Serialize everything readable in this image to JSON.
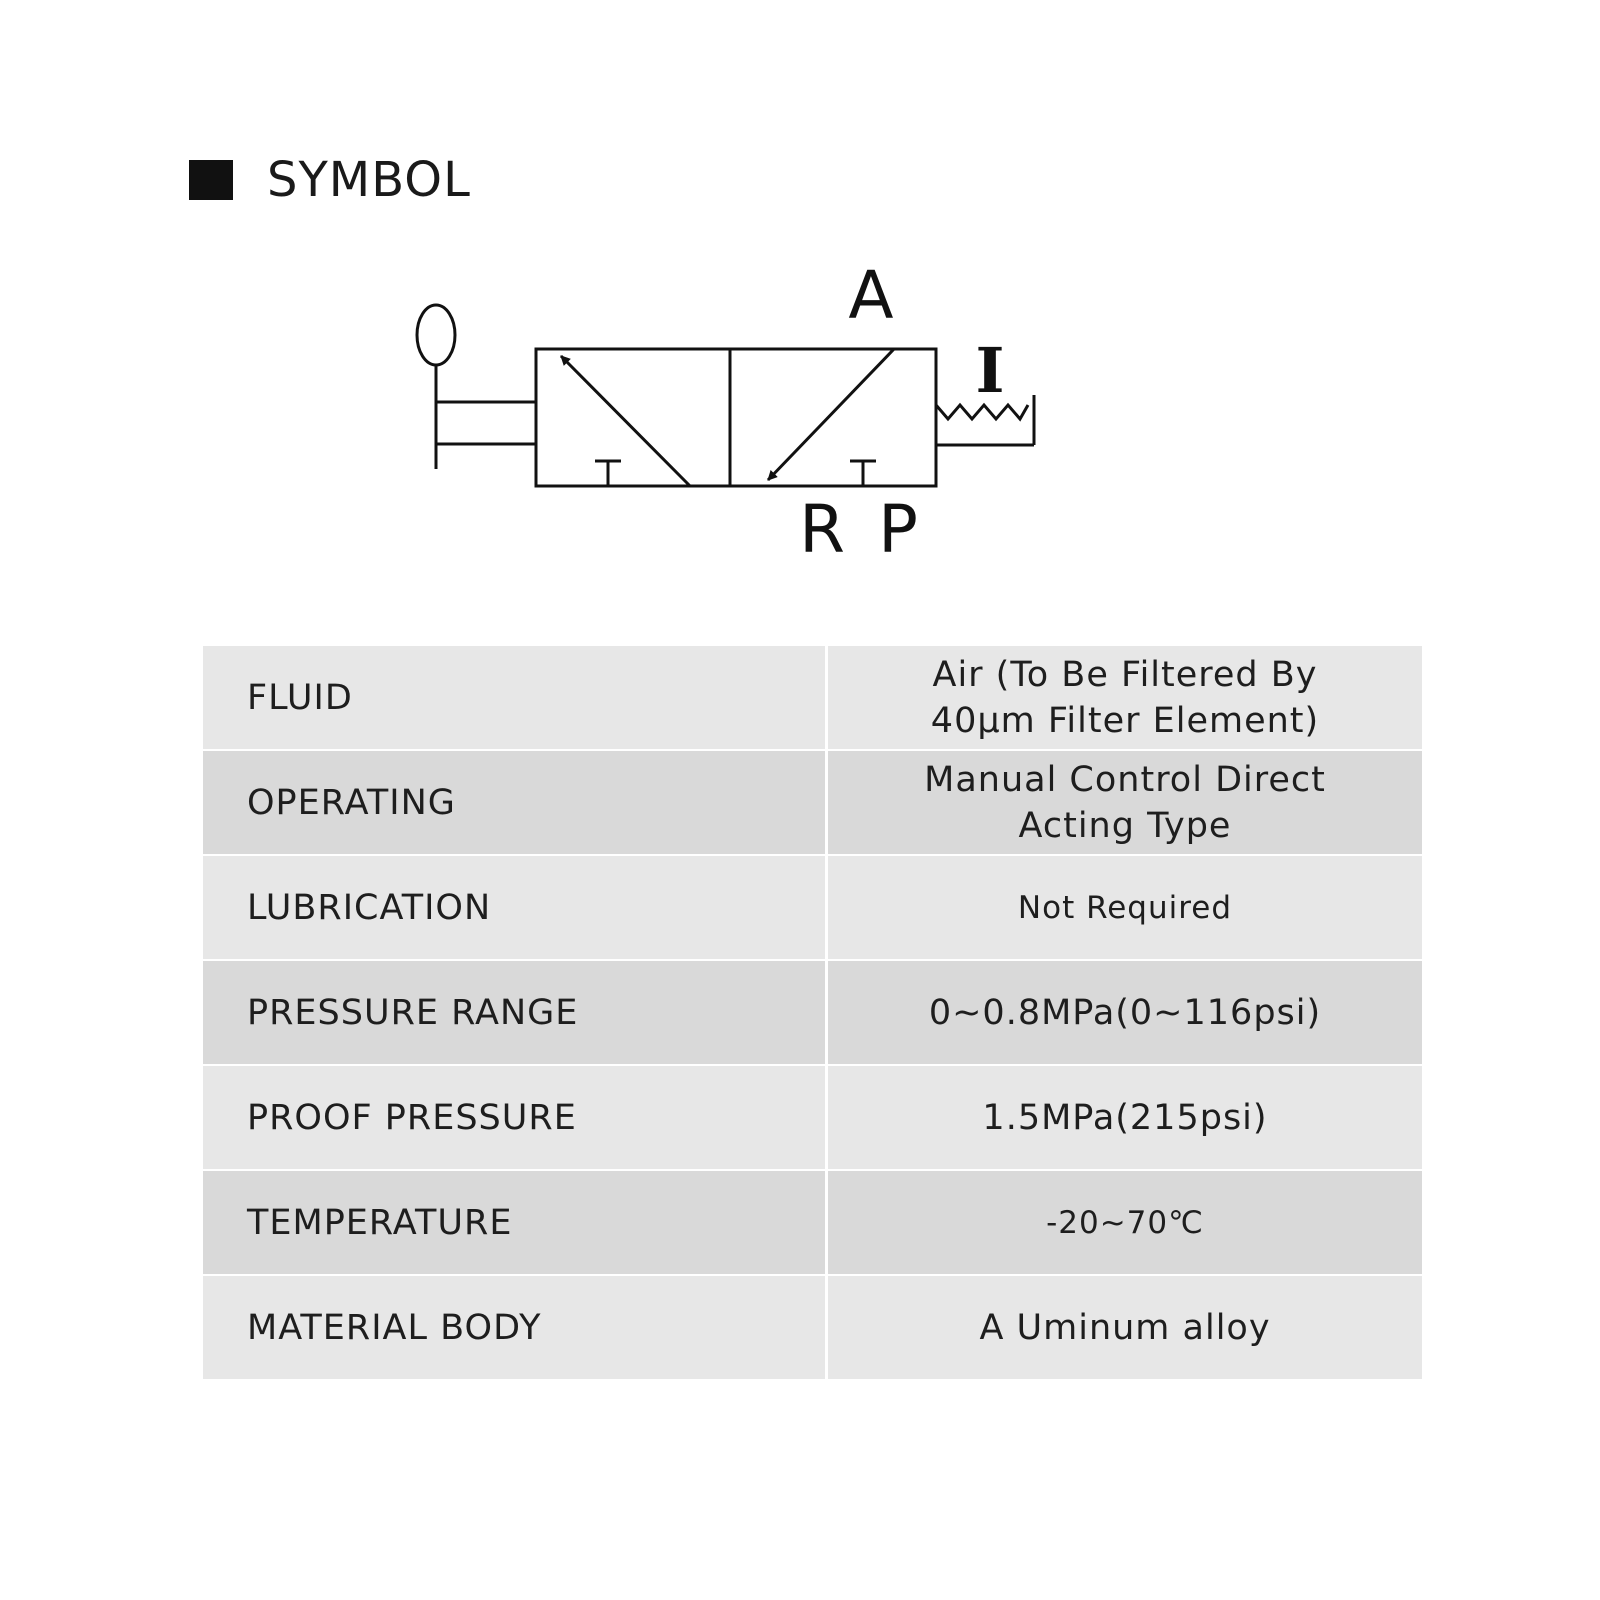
{
  "header": {
    "title": "SYMBOL"
  },
  "diagram": {
    "port_labels": {
      "a": "A",
      "r": "R",
      "p": "P"
    },
    "spring_label": "I",
    "stroke_color": "#111111"
  },
  "colors": {
    "row_light": "#e7e7e7",
    "row_dark": "#d9d9d9",
    "header_square": "#111111"
  },
  "specs": [
    {
      "label": "FLUID",
      "value_lines": [
        "Air (To Be Filtered By",
        "40μm Filter Element)"
      ]
    },
    {
      "label": "OPERATING",
      "value_lines": [
        "Manual Control Direct",
        "Acting Type"
      ]
    },
    {
      "label": "LUBRICATION",
      "value_lines": [
        "Not Required"
      ]
    },
    {
      "label": "PRESSURE RANGE",
      "value_lines": [
        "0~0.8MPa(0~116psi)"
      ]
    },
    {
      "label": "PROOF PRESSURE",
      "value_lines": [
        "1.5MPa(215psi)"
      ]
    },
    {
      "label": "TEMPERATURE",
      "value_lines": [
        "-20~70℃"
      ]
    },
    {
      "label": "MATERIAL BODY",
      "value_lines": [
        "A Uminum alloy"
      ]
    }
  ]
}
